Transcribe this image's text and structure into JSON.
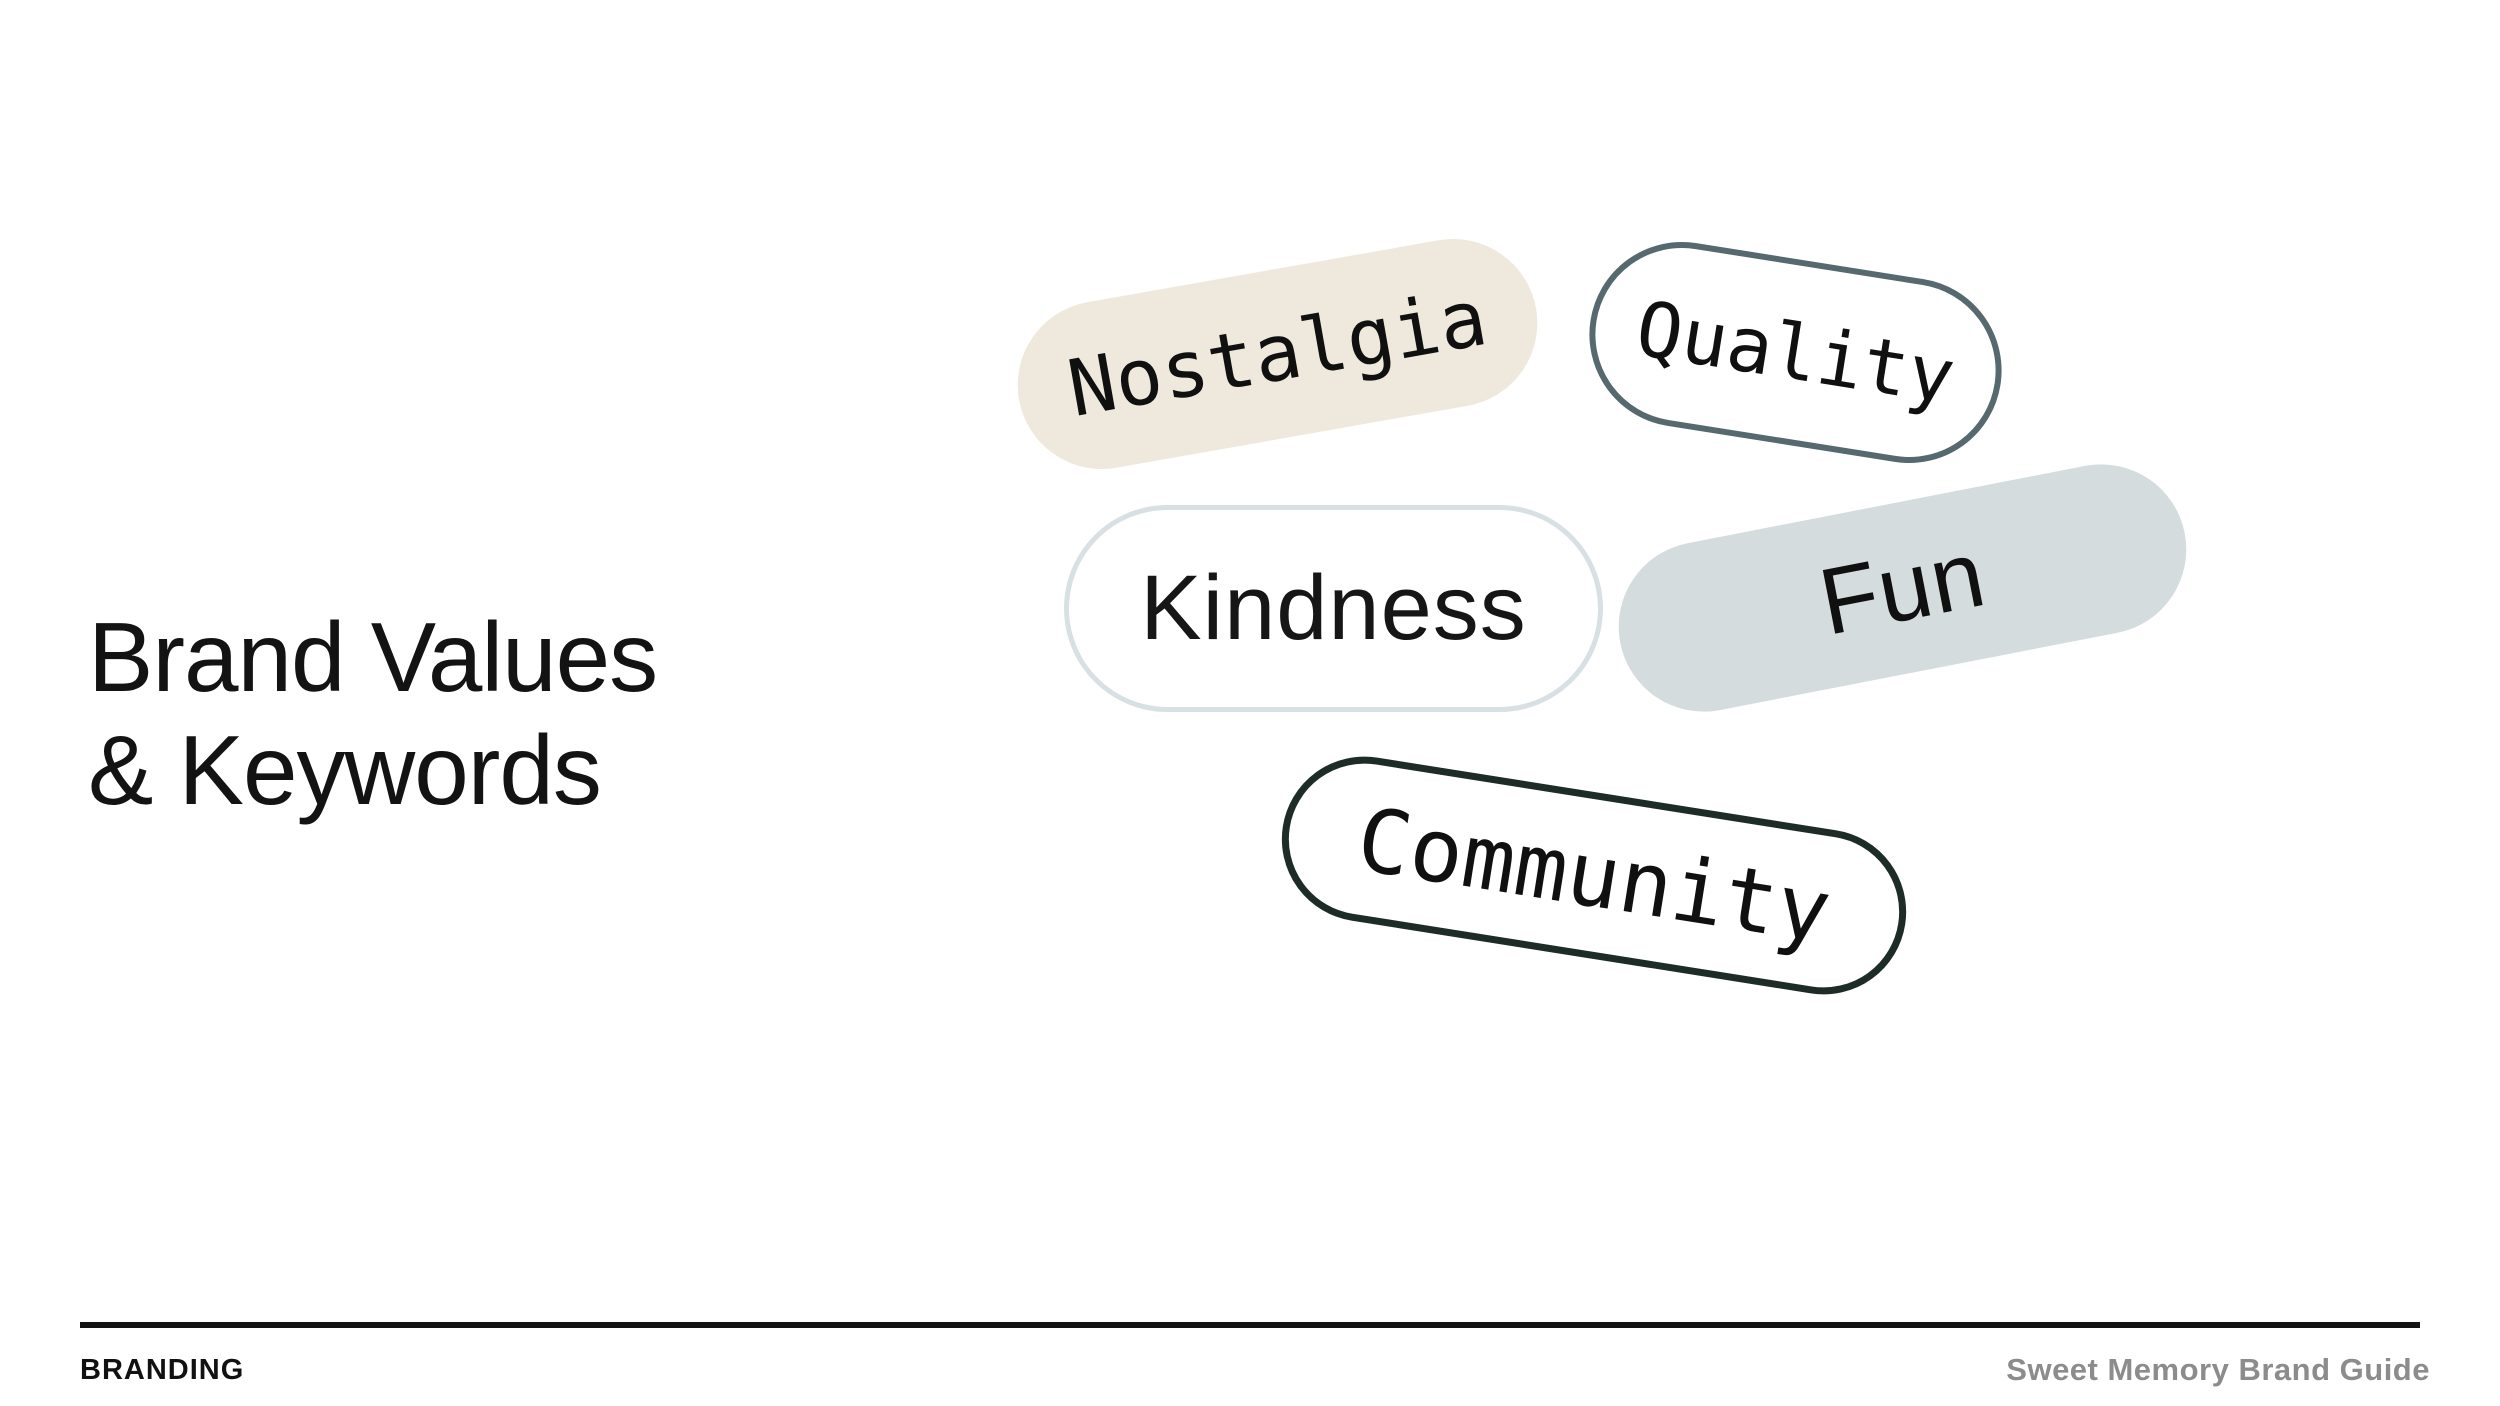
{
  "heading": {
    "line1": "Brand Values",
    "line2": "& Keywords",
    "color": "#131313"
  },
  "tags": [
    {
      "id": "nostalgia",
      "label": "Nostalgia",
      "style": "filled",
      "fill": "#EEE8DD",
      "text_color": "#101010"
    },
    {
      "id": "quality",
      "label": "Quality",
      "style": "outlined",
      "fill": "#FFFFFF",
      "border_color": "#56696F",
      "text_color": "#101010"
    },
    {
      "id": "kindness",
      "label": "Kindness",
      "style": "outlined",
      "fill": "#FFFFFF",
      "border_color": "#D8E0E3",
      "text_color": "#161616"
    },
    {
      "id": "fun",
      "label": "Fun",
      "style": "filled",
      "fill": "#D5DCDE",
      "text_color": "#101010"
    },
    {
      "id": "community",
      "label": "Community",
      "style": "outlined",
      "fill": "#FFFFFF",
      "border_color": "#1E2C28",
      "text_color": "#101010"
    }
  ],
  "footer": {
    "section": "BRANDING",
    "document": "Sweet Memory Brand Guide",
    "rule_color": "#141414",
    "section_color": "#111111",
    "document_color": "#8C8C8C"
  }
}
